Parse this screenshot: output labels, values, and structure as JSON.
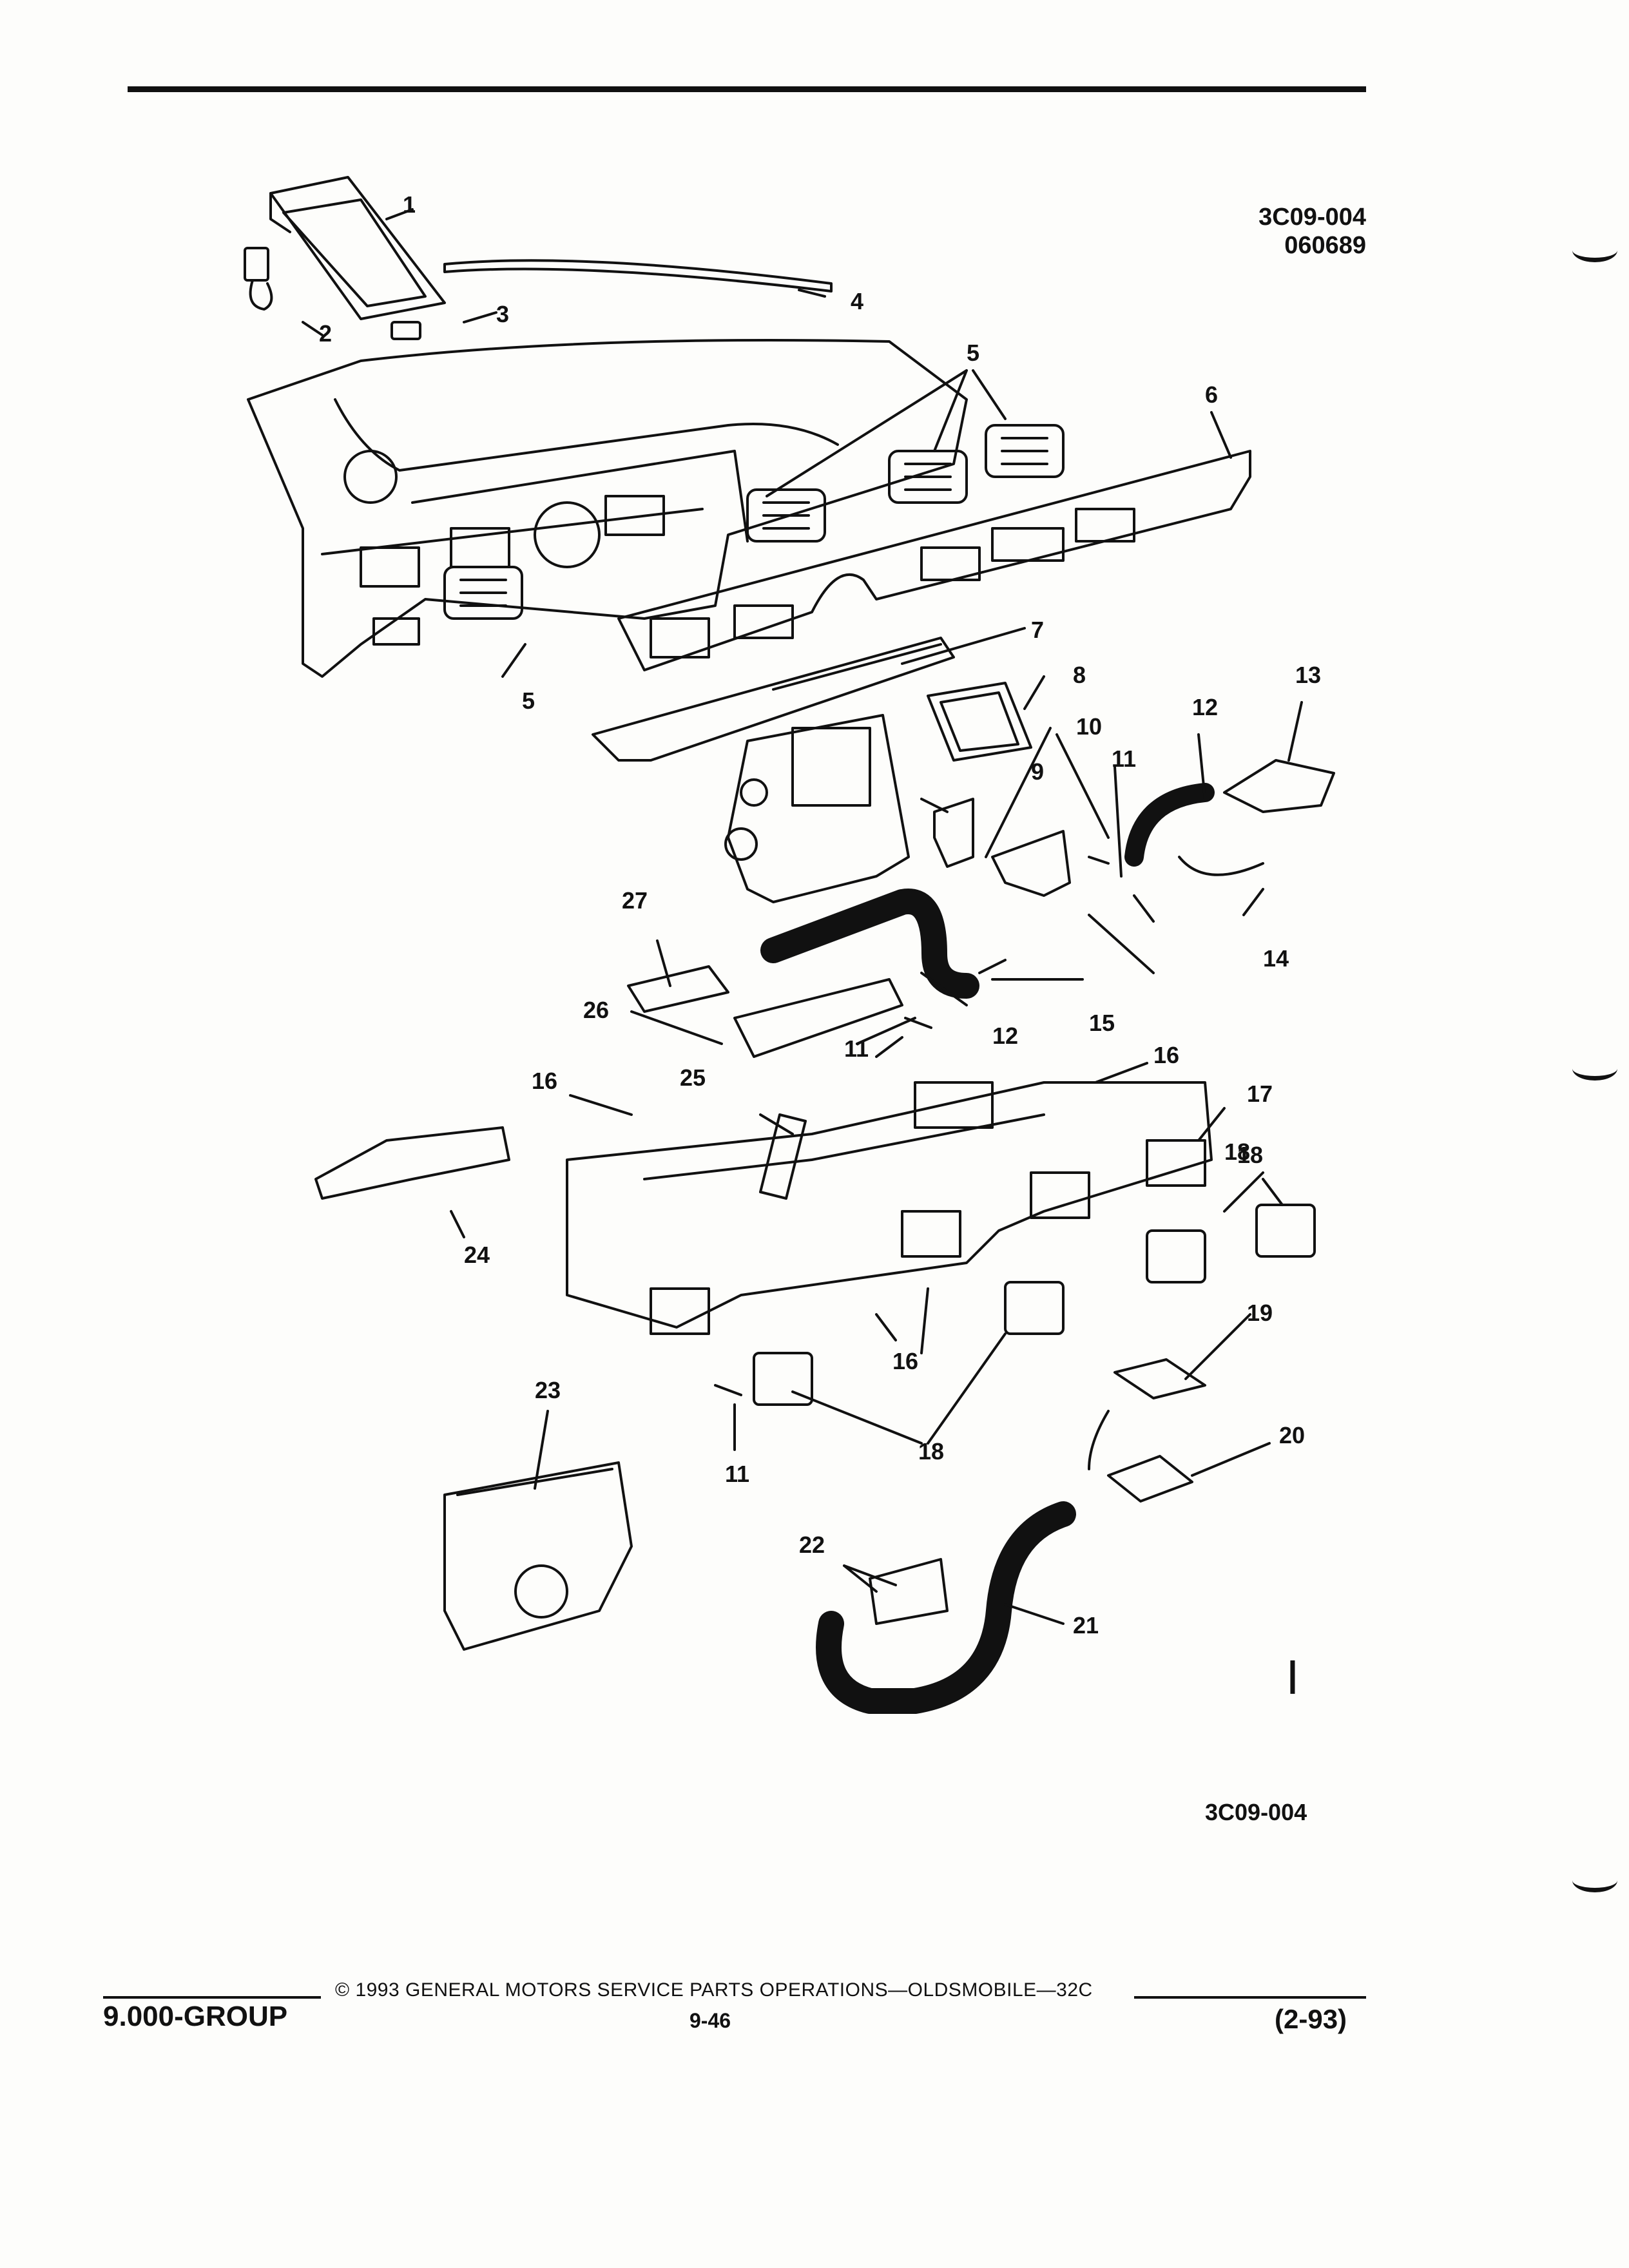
{
  "header": {
    "code_line1": "3C09-004",
    "code_line2": "060689"
  },
  "diagram": {
    "callouts": [
      "1",
      "2",
      "3",
      "4",
      "5",
      "5",
      "6",
      "7",
      "8",
      "9",
      "10",
      "11",
      "11",
      "11",
      "12",
      "12",
      "13",
      "14",
      "15",
      "16",
      "16",
      "16",
      "17",
      "18",
      "18",
      "18",
      "19",
      "20",
      "21",
      "22",
      "23",
      "24",
      "25",
      "26",
      "27"
    ]
  },
  "figure_code": "3C09-004",
  "logo_text": "ꟾ",
  "footer": {
    "group": "9.000-GROUP",
    "copyright": "© 1993 GENERAL MOTORS SERVICE PARTS OPERATIONS—OLDSMOBILE—32C",
    "page": "9-46",
    "revision": "(2-93)"
  }
}
